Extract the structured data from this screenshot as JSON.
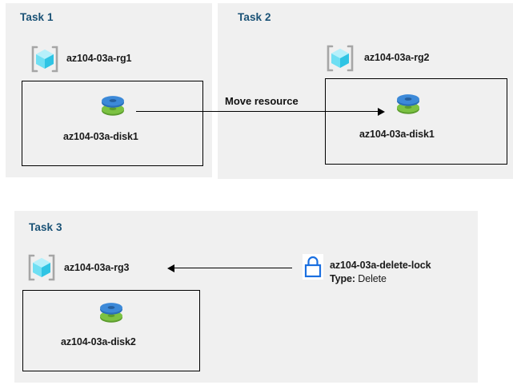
{
  "diagram": {
    "title": "Azure resource group tasks diagram",
    "background_color": "#ffffff",
    "panel_color": "#f0f0f0",
    "task_title_color": "#1a5276",
    "border_color": "#000000"
  },
  "tasks": [
    {
      "id": "task1",
      "title": "Task 1",
      "resource_group": "az104-03a-rg1",
      "resource": "az104-03a-disk1"
    },
    {
      "id": "task2",
      "title": "Task 2",
      "resource_group": "az104-03a-rg2",
      "resource": "az104-03a-disk1"
    },
    {
      "id": "task3",
      "title": "Task 3",
      "resource_group": "az104-03a-rg3",
      "resource": "az104-03a-disk2",
      "lock": {
        "name": "az104-03a-delete-lock",
        "type_label": "Type:",
        "type_value": "Delete"
      }
    }
  ],
  "connectors": {
    "move_resource_label": "Move resource",
    "lock_arrow_label": ""
  },
  "icons": {
    "resource_group": "resource-group-icon",
    "disk": "managed-disk-icon",
    "lock": "lock-icon"
  },
  "colors": {
    "cube_light": "#9ce9f7",
    "cube_mid": "#43d3ef",
    "cube_dark": "#28b4d6",
    "bracket": "#a6a6a6",
    "disk_blue": "#3c89d8",
    "disk_blue_dark": "#2a6fb8",
    "disk_green": "#7cc242",
    "disk_green_dark": "#5c9c2e",
    "lock_blue": "#1a6fe0"
  }
}
